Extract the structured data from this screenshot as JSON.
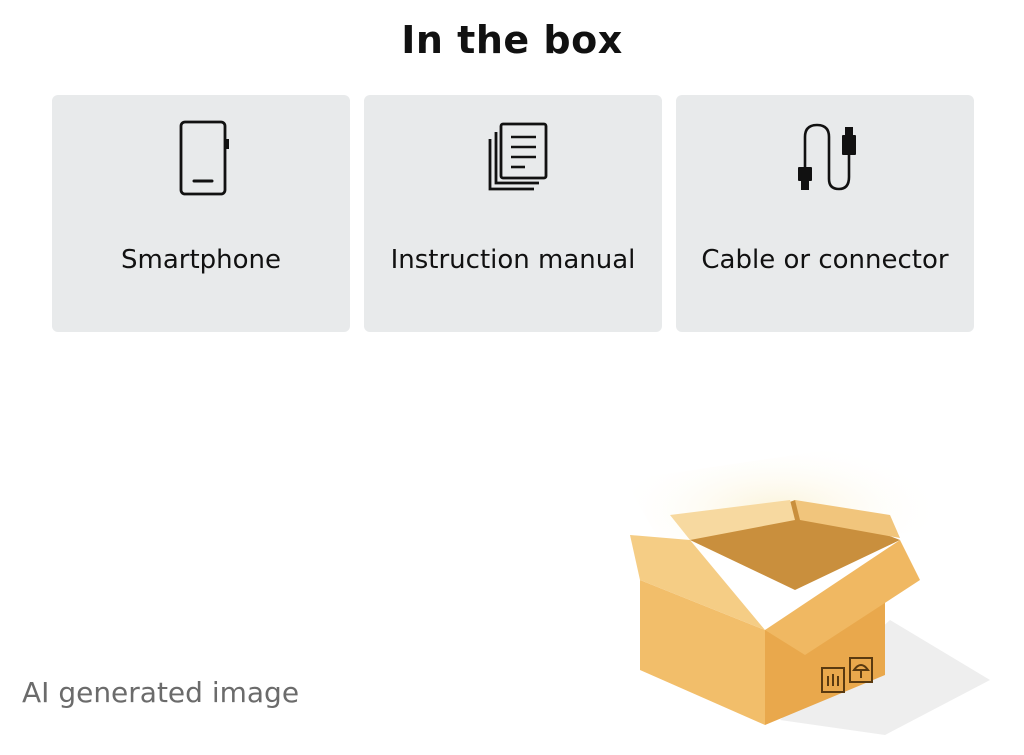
{
  "title": "In the box",
  "items": [
    {
      "label": "Smartphone",
      "icon": "smartphone-icon"
    },
    {
      "label": "Instruction manual",
      "icon": "manual-icon"
    },
    {
      "label": "Cable or connector",
      "icon": "cable-icon"
    }
  ],
  "caption": "AI generated image",
  "colors": {
    "card_background": "#e8eaeb",
    "box_front": "#e9a84c",
    "box_side": "#f2be6a",
    "box_flap": "#f5cd85"
  }
}
